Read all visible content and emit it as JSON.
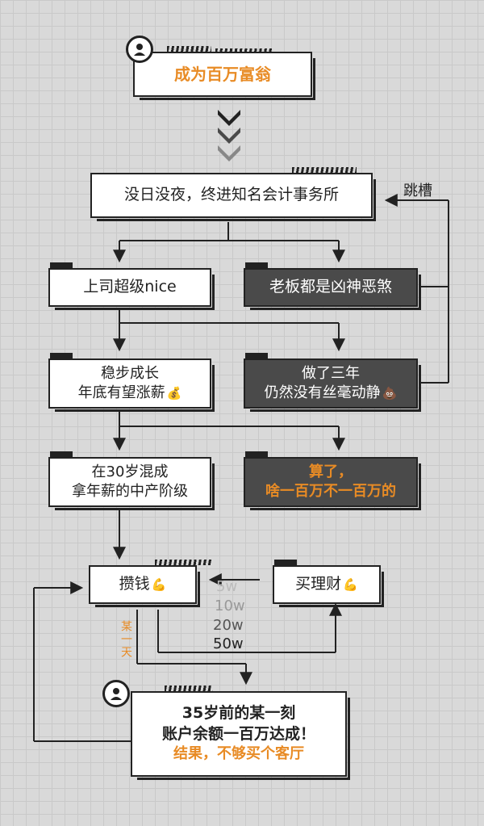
{
  "goal": "成为百万富翁",
  "jump_label": "跳槽",
  "step1": "没日没夜，终进知名会计事务所",
  "left": {
    "b1": "上司超级nice",
    "b2_line1": "稳步成长",
    "b2_line2": "年底有望涨薪",
    "b3_line1": "在30岁混成",
    "b3_line2": "拿年薪的中产阶级"
  },
  "right": {
    "b1": "老板都是凶神恶煞",
    "b2_line1": "做了三年",
    "b2_line2": "仍然没有丝毫动静",
    "b3_line1": "算了，",
    "b3_line2": "啥一百万不一百万的"
  },
  "save": "攒钱",
  "invest": "买理财",
  "amounts": [
    "5w",
    "10w",
    "20w",
    "50w"
  ],
  "someday": "某一天",
  "final": {
    "line1": "35岁前的某一刻",
    "line2": "账户余额一百万达成！",
    "line3": "结果，不够买个客厅"
  },
  "icons": {
    "avatar": "user-avatar-icon",
    "money_bag": "💰",
    "poop": "💩",
    "muscle": "💪"
  }
}
